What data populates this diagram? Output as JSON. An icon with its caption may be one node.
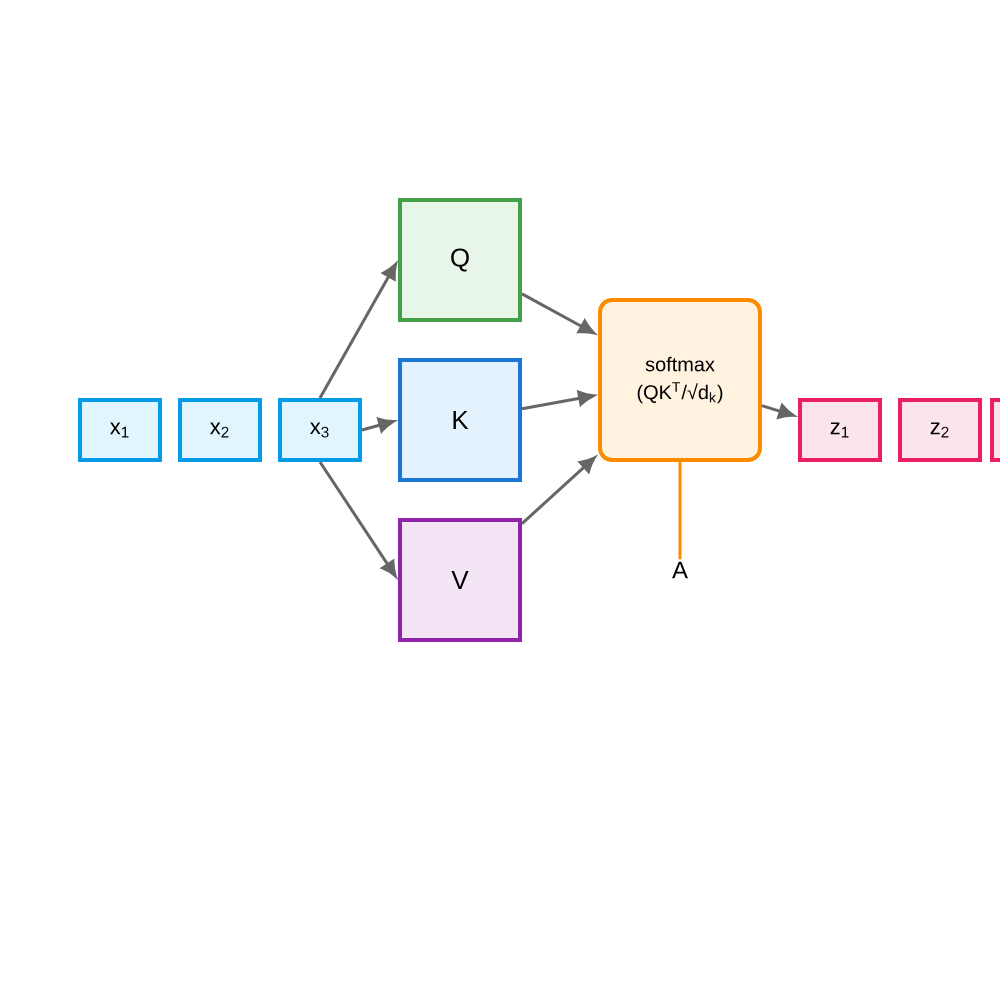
{
  "diagram": {
    "nodes": [
      {
        "text": [
          "x$_{1}$"
        ]
      },
      {
        "text": [
          "x$_{2}$"
        ]
      },
      {
        "text": [
          "x$_{3}$"
        ]
      },
      {
        "text": [
          "Q"
        ]
      },
      {
        "text": [
          "K"
        ]
      },
      {
        "text": [
          "V"
        ]
      },
      {
        "text": [
          "softmax (QK$^{T}$/√d$_{k}$)"
        ]
      },
      {
        "text": [
          "A"
        ]
      },
      {
        "text": [
          "z$_{1}$"
        ]
      },
      {
        "text": [
          "z$_{2}$"
        ]
      },
      {
        "text": [],
        "shape": "box"
      }
    ],
    "edges": [
      {
        "from": 2,
        "to": 3,
        "arrow": "to"
      },
      {
        "from": 2,
        "to": 4,
        "arrow": "to"
      },
      {
        "from": 2,
        "to": 5,
        "arrow": "to"
      },
      {
        "from": 3,
        "to": 6,
        "arrow": "to"
      },
      {
        "from": 4,
        "to": 6,
        "arrow": "to"
      },
      {
        "from": 5,
        "to": 6,
        "arrow": "to"
      },
      {
        "from": 6,
        "to": 7,
        "arrow": "none",
        "color": "#fb8c00"
      },
      {
        "from": 6,
        "to": 8,
        "arrow": "to"
      }
    ]
  }
}
